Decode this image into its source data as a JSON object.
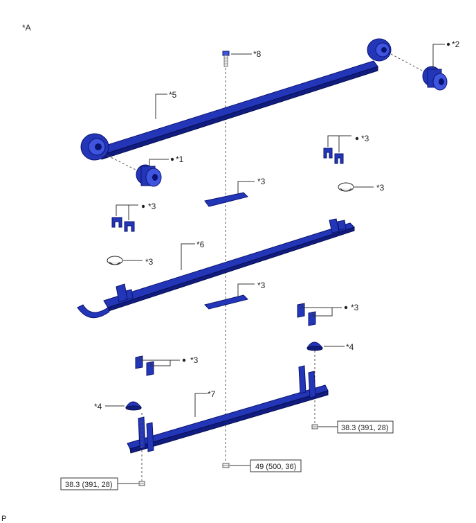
{
  "view_label": "*A",
  "corner_label": "P",
  "callouts": {
    "c1": "*1",
    "c2": "*2",
    "c3a": "*3",
    "c3b": "*3",
    "c3c": "*3",
    "c3d": "*3",
    "c3e": "*3",
    "c3f": "*3",
    "c3g": "*3",
    "c3h": "*3",
    "c4a": "*4",
    "c4b": "*4",
    "c5": "*5",
    "c6": "*6",
    "c7": "*7",
    "c8": "*8"
  },
  "torques": {
    "t_center": "49 (500, 36)",
    "t_right": "38.3 (391, 28)",
    "t_left": "38.3 (391, 28)"
  },
  "colors": {
    "part_blue": "#2436b8",
    "outline": "#0a1470"
  }
}
